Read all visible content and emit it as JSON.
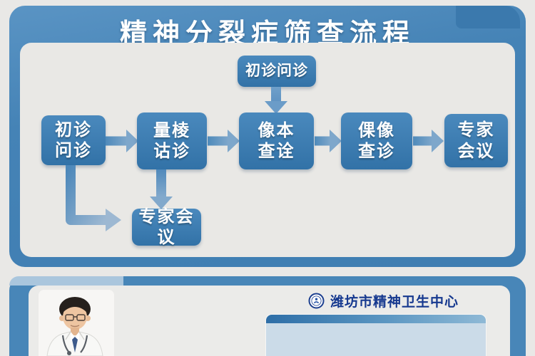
{
  "title": "精神分裂症筛查流程",
  "flow": {
    "top_box": "初诊问诊",
    "main_row": [
      {
        "line1": "初诊",
        "line2": "问诊"
      },
      {
        "line1": "量棱",
        "line2": "诂诊"
      },
      {
        "line1": "像本",
        "line2": "查诠"
      },
      {
        "line1": "倮像",
        "line2": "查诊"
      },
      {
        "line1": "专家",
        "line2": "会议"
      }
    ],
    "branch_box": "专家会议"
  },
  "footer": {
    "org_name": "潍坊市精神卫生中心"
  },
  "icons": {
    "logo": "hospital-emblem-icon",
    "photo": "doctor-photo"
  },
  "colors": {
    "panel_blue": "#4583b6",
    "box_blue": "#3d7cb3",
    "arrow_blue": "#6f9fca",
    "canvas_gray": "#e9e8e5",
    "org_text": "#16398f",
    "info_header_blue": "#2d6ea7",
    "info_body_blue": "#cbdbe8"
  }
}
